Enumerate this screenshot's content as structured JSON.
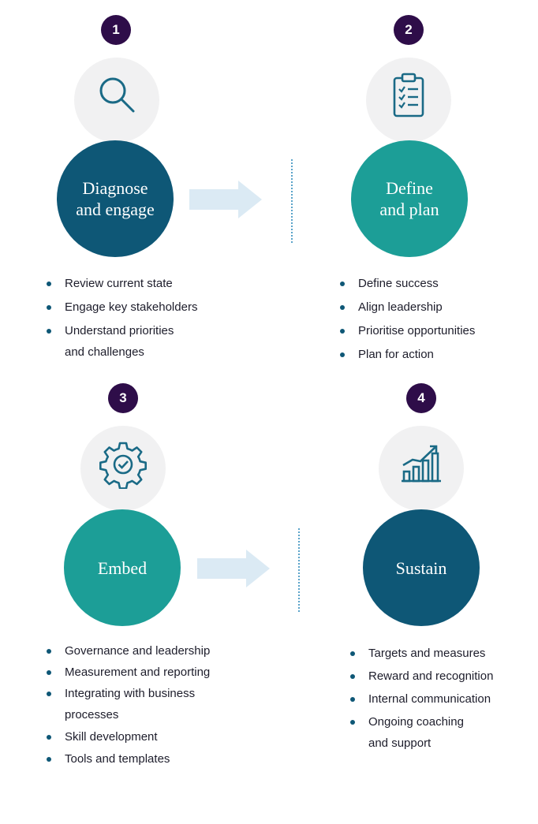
{
  "steps": [
    {
      "number": "1",
      "title": "Diagnose\nand engage",
      "icon": "magnifier-icon",
      "color": "#0e5776",
      "items": [
        "Review current state",
        "Engage key stakeholders",
        "Understand priorities\nand challenges"
      ]
    },
    {
      "number": "2",
      "title": "Define\nand plan",
      "icon": "clipboard-checklist-icon",
      "color": "#1c9e97",
      "items": [
        "Define success",
        "Align leadership",
        "Prioritise opportunities",
        "Plan for action"
      ]
    },
    {
      "number": "3",
      "title": "Embed",
      "icon": "gear-check-icon",
      "color": "#1c9e97",
      "items": [
        "Governance and leadership",
        "Measurement and reporting",
        "Integrating with business\nprocesses",
        "Skill development",
        "Tools and templates"
      ]
    },
    {
      "number": "4",
      "title": "Sustain",
      "icon": "growth-chart-icon",
      "color": "#0e5776",
      "items": [
        "Targets and measures",
        "Reward and recognition",
        "Internal communication",
        "Ongoing coaching\nand support"
      ]
    }
  ],
  "colors": {
    "badge": "#2e0d49",
    "navy": "#0e5776",
    "teal": "#1c9e97",
    "arrow": "#dbeaf4",
    "icon_stroke": "#1a6a86"
  }
}
